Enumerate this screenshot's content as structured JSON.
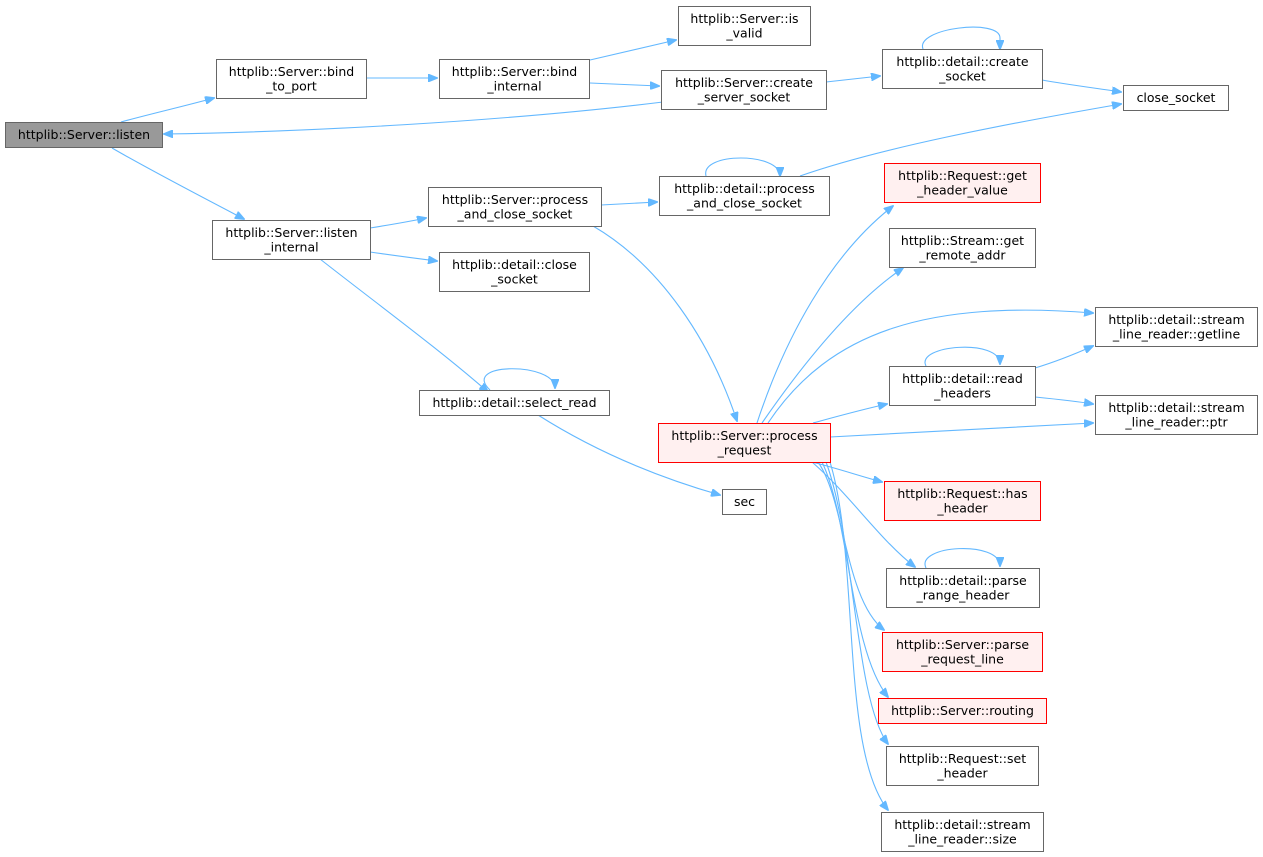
{
  "colors": {
    "edge": "#63b8ff",
    "node_border": "#666666",
    "node_fill": "#ffffff",
    "focus_fill": "#999999",
    "focus_border": "#666666",
    "incomplete_border": "#ff0000",
    "incomplete_fill": "#fff0f0"
  },
  "nodes": [
    {
      "id": "listen",
      "lines": [
        "httplib::Server::listen"
      ],
      "style": "focus"
    },
    {
      "id": "bind_to_port",
      "lines": [
        "httplib::Server::bind",
        "_to_port"
      ],
      "style": "normal"
    },
    {
      "id": "bind_internal",
      "lines": [
        "httplib::Server::bind",
        "_internal"
      ],
      "style": "normal"
    },
    {
      "id": "is_valid",
      "lines": [
        "httplib::Server::is",
        "_valid"
      ],
      "style": "normal"
    },
    {
      "id": "create_server_socket",
      "lines": [
        "httplib::Server::create",
        "_server_socket"
      ],
      "style": "normal"
    },
    {
      "id": "detail_create_socket",
      "lines": [
        "httplib::detail::create",
        "_socket"
      ],
      "style": "normal"
    },
    {
      "id": "close_socket",
      "lines": [
        "close_socket"
      ],
      "style": "normal"
    },
    {
      "id": "listen_internal",
      "lines": [
        "httplib::Server::listen",
        "_internal"
      ],
      "style": "normal"
    },
    {
      "id": "server_process_and_close",
      "lines": [
        "httplib::Server::process",
        "_and_close_socket"
      ],
      "style": "normal"
    },
    {
      "id": "detail_process_and_close",
      "lines": [
        "httplib::detail::process",
        "_and_close_socket"
      ],
      "style": "normal"
    },
    {
      "id": "detail_close_socket",
      "lines": [
        "httplib::detail::close",
        "_socket"
      ],
      "style": "normal"
    },
    {
      "id": "select_read",
      "lines": [
        "httplib::detail::select_read"
      ],
      "style": "normal"
    },
    {
      "id": "process_request",
      "lines": [
        "httplib::Server::process",
        "_request"
      ],
      "style": "incomplete"
    },
    {
      "id": "sec",
      "lines": [
        "sec"
      ],
      "style": "normal"
    },
    {
      "id": "get_header_value",
      "lines": [
        "httplib::Request::get",
        "_header_value"
      ],
      "style": "incomplete"
    },
    {
      "id": "get_remote_addr",
      "lines": [
        "httplib::Stream::get",
        "_remote_addr"
      ],
      "style": "normal"
    },
    {
      "id": "slr_getline",
      "lines": [
        "httplib::detail::stream",
        "_line_reader::getline"
      ],
      "style": "normal"
    },
    {
      "id": "read_headers",
      "lines": [
        "httplib::detail::read",
        "_headers"
      ],
      "style": "normal"
    },
    {
      "id": "slr_ptr",
      "lines": [
        "httplib::detail::stream",
        "_line_reader::ptr"
      ],
      "style": "normal"
    },
    {
      "id": "has_header",
      "lines": [
        "httplib::Request::has",
        "_header"
      ],
      "style": "incomplete"
    },
    {
      "id": "parse_range_header",
      "lines": [
        "httplib::detail::parse",
        "_range_header"
      ],
      "style": "normal"
    },
    {
      "id": "parse_request_line",
      "lines": [
        "httplib::Server::parse",
        "_request_line"
      ],
      "style": "incomplete"
    },
    {
      "id": "routing",
      "lines": [
        "httplib::Server::routing"
      ],
      "style": "incomplete"
    },
    {
      "id": "set_header",
      "lines": [
        "httplib::Request::set",
        "_header"
      ],
      "style": "normal"
    },
    {
      "id": "slr_size",
      "lines": [
        "httplib::detail::stream",
        "_line_reader::size"
      ],
      "style": "normal"
    }
  ],
  "edges": [
    {
      "from": "listen",
      "to": "bind_to_port"
    },
    {
      "from": "bind_to_port",
      "to": "bind_internal"
    },
    {
      "from": "bind_internal",
      "to": "is_valid"
    },
    {
      "from": "bind_internal",
      "to": "create_server_socket"
    },
    {
      "from": "create_server_socket",
      "to": "listen"
    },
    {
      "from": "create_server_socket",
      "to": "detail_create_socket"
    },
    {
      "from": "detail_create_socket",
      "to": "detail_create_socket"
    },
    {
      "from": "detail_create_socket",
      "to": "close_socket"
    },
    {
      "from": "listen",
      "to": "listen_internal"
    },
    {
      "from": "listen_internal",
      "to": "server_process_and_close"
    },
    {
      "from": "listen_internal",
      "to": "detail_close_socket"
    },
    {
      "from": "listen_internal",
      "to": "select_read"
    },
    {
      "from": "select_read",
      "to": "select_read"
    },
    {
      "from": "select_read",
      "to": "sec"
    },
    {
      "from": "server_process_and_close",
      "to": "detail_process_and_close"
    },
    {
      "from": "detail_process_and_close",
      "to": "detail_process_and_close"
    },
    {
      "from": "detail_process_and_close",
      "to": "close_socket"
    },
    {
      "from": "server_process_and_close",
      "to": "process_request"
    },
    {
      "from": "process_request",
      "to": "get_header_value"
    },
    {
      "from": "process_request",
      "to": "get_remote_addr"
    },
    {
      "from": "process_request",
      "to": "slr_getline"
    },
    {
      "from": "process_request",
      "to": "read_headers"
    },
    {
      "from": "read_headers",
      "to": "read_headers"
    },
    {
      "from": "read_headers",
      "to": "slr_getline"
    },
    {
      "from": "read_headers",
      "to": "slr_ptr"
    },
    {
      "from": "process_request",
      "to": "slr_ptr"
    },
    {
      "from": "process_request",
      "to": "has_header"
    },
    {
      "from": "process_request",
      "to": "parse_range_header"
    },
    {
      "from": "parse_range_header",
      "to": "parse_range_header"
    },
    {
      "from": "process_request",
      "to": "parse_request_line"
    },
    {
      "from": "process_request",
      "to": "routing"
    },
    {
      "from": "process_request",
      "to": "set_header"
    },
    {
      "from": "process_request",
      "to": "slr_size"
    }
  ]
}
